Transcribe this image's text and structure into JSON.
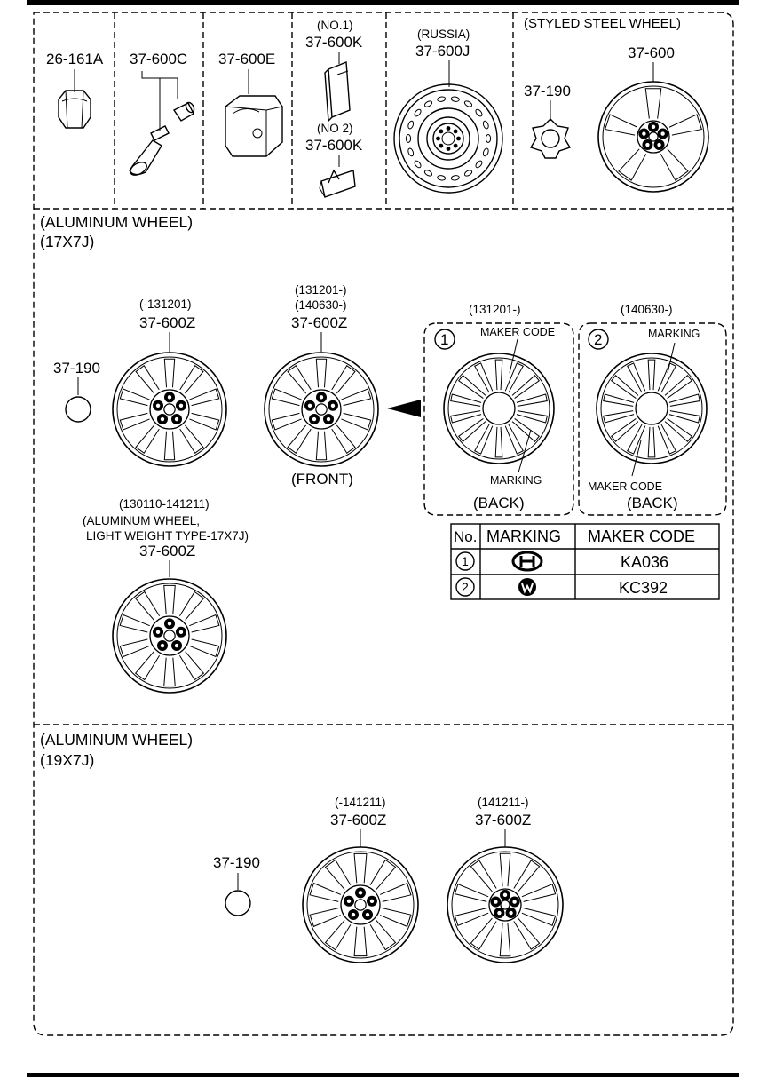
{
  "top_row": {
    "nut": {
      "part": "26-161A"
    },
    "valve": {
      "part": "37-600C"
    },
    "sensor": {
      "part": "37-600E"
    },
    "weights": {
      "note1": "(NO.1)",
      "part1": "37-600K",
      "note2": "(NO 2)",
      "part2": "37-600K"
    },
    "steel_wheel": {
      "note": "(RUSSIA)",
      "part": "37-600J"
    },
    "styled": {
      "heading": "(STYLED STEEL WHEEL)",
      "cap_part": "37-190",
      "wheel_part": "37-600"
    }
  },
  "alu17": {
    "heading": "(ALUMINUM WHEEL)",
    "size": "(17X7J)",
    "cap_part": "37-190",
    "wheel_a": {
      "date": "(-131201)",
      "part": "37-600Z"
    },
    "wheel_b": {
      "date1": "(131201-)",
      "date2": "(140630-)",
      "part": "37-600Z",
      "front": "(FRONT)"
    },
    "back1": {
      "date": "(131201-)",
      "num": "1",
      "maker_code": "MAKER CODE",
      "marking": "MARKING",
      "back": "(BACK)"
    },
    "back2": {
      "date": "(140630-)",
      "num": "2",
      "marking": "MARKING",
      "maker_code": "MAKER CODE",
      "back": "(BACK)"
    },
    "lightweight": {
      "date": "(130110-141211)",
      "desc1": "(ALUMINUM WHEEL,",
      "desc2": "LIGHT WEIGHT TYPE-17X7J)",
      "part": "37-600Z"
    },
    "table": {
      "headers": [
        "No.",
        "MARKING",
        "MAKER CODE"
      ],
      "rows": [
        {
          "no": "1",
          "marking_icon": "hd-logo-icon",
          "code": "KA036"
        },
        {
          "no": "2",
          "marking_icon": "w-logo-icon",
          "code": "KC392"
        }
      ]
    }
  },
  "alu19": {
    "heading": "(ALUMINUM WHEEL)",
    "size": "(19X7J)",
    "cap_part": "37-190",
    "wheel_a": {
      "date": "(-141211)",
      "part": "37-600Z"
    },
    "wheel_b": {
      "date": "(141211-)",
      "part": "37-600Z"
    }
  }
}
